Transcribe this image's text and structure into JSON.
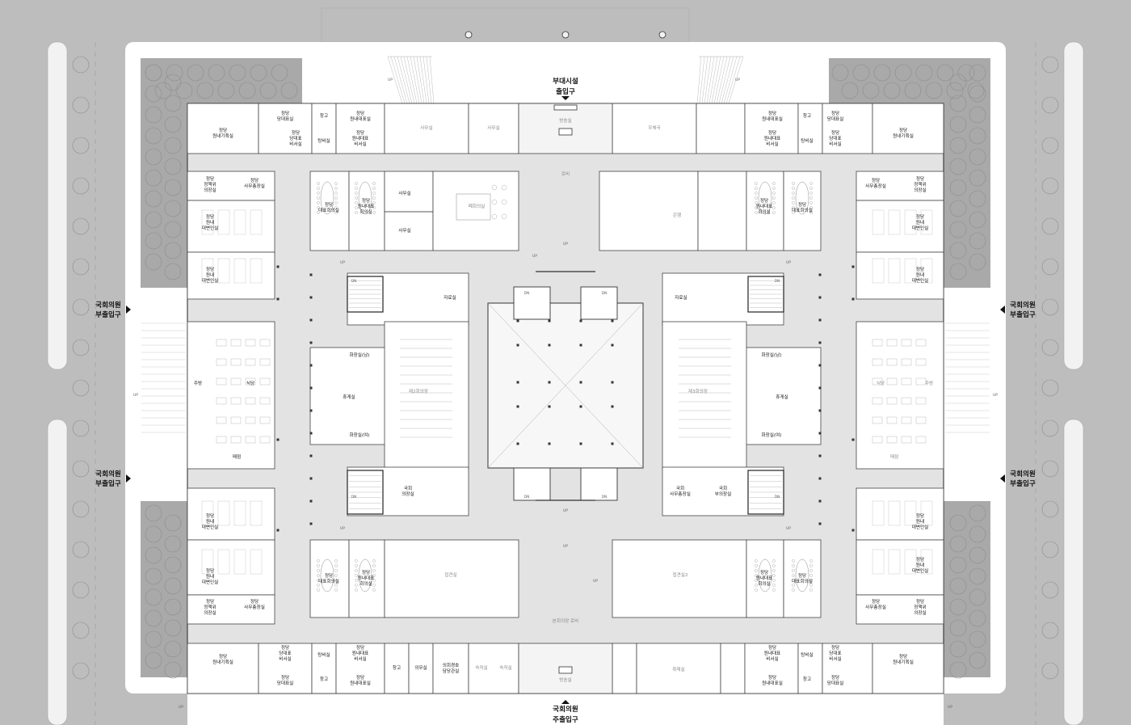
{
  "entrances": {
    "top_1": "부대시설",
    "top_2": "출입구",
    "bottom_1": "국회의원",
    "bottom_2": "주출입구",
    "side_1": "국회의원",
    "side_2": "부출입구"
  },
  "stairs": {
    "up": "UP",
    "dn": "DN"
  },
  "rooms": {
    "jeongdang": "정당",
    "wonnae_gihoeksil": "원내기획실",
    "dangdaepyosil": "당대표실",
    "dangdaepyo": "당대표",
    "biseosil": "비서실",
    "changgo": "창고",
    "tangbisil": "탕비실",
    "wonnaedaepyosil": "원내대표실",
    "wonnaedaepyo": "원내대표",
    "samusil": "사무실",
    "bangsongsil": "방송실",
    "ucheguk": "우체국",
    "lobby": "로비",
    "jeongchaekwi": "정책위",
    "uijangsil": "의장실",
    "samuchongjangsil": "사무총장실",
    "daepyohoeuisil": "대표회의실",
    "hoeuisil": "회의실",
    "wonnae": "원내",
    "daebyeonin": "대변인실",
    "pyeosoeksil": "폐회의실",
    "jaryosil": "자료실",
    "bank": "은행",
    "hyugesil": "휴게실",
    "hwajangsil_m": "화장실(남)",
    "hwajangsil_f": "화장실(여)",
    "je2hoeuijang": "제2회의장",
    "je3hoeuijang": "제3회의장",
    "gukhoe": "국회",
    "uijangsil2": "의장실",
    "samuchongjang": "사무총장실",
    "buuijangsil": "부의장실",
    "jubang": "주방",
    "sikdang": "식당",
    "maejeom": "매점",
    "jeopgyeonsil": "접견실",
    "jeopgyeonsil2": "접견실2",
    "bonhoeuijang_lobby": "본회의장 로비",
    "uimusil": "의무실",
    "uiwon_gyeongho": "의회경호",
    "damdangyeonsil": "담당관실",
    "sukjiksil": "숙직실",
    "chwijaesil": "취재실"
  },
  "plan_colors": {
    "background": "#bdbdbd",
    "floor": "#ffffff",
    "corridor": "#e3e3e3",
    "hall": "#f2f2f2",
    "wall": "#333333",
    "landscape": "#a9a9a9"
  }
}
